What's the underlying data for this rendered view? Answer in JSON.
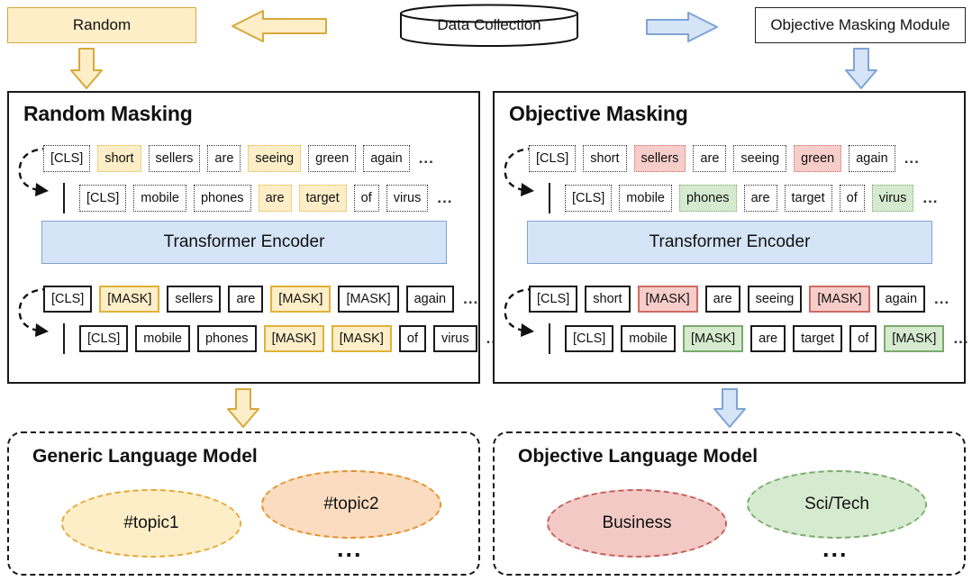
{
  "diagram": {
    "top": {
      "random_label": "Random",
      "data_collection_label": "Data Collection",
      "objective_module_label": "Objective Masking Module",
      "arrow_left_name": "left-arrow-yellow",
      "arrow_right_name": "right-arrow-blue",
      "arrow_down_left_name": "down-arrow-yellow",
      "arrow_down_right_name": "down-arrow-blue"
    },
    "left_panel": {
      "title": "Random Masking",
      "encoder_label": "Transformer Encoder",
      "ellipsis": "...",
      "input_row1": [
        {
          "text": "[CLS]",
          "hl": "none"
        },
        {
          "text": "short",
          "hl": "y"
        },
        {
          "text": "sellers",
          "hl": "none"
        },
        {
          "text": "are",
          "hl": "none"
        },
        {
          "text": "seeing",
          "hl": "y"
        },
        {
          "text": "green",
          "hl": "none"
        },
        {
          "text": "again",
          "hl": "none"
        }
      ],
      "input_row2": [
        {
          "text": "[CLS]",
          "hl": "none"
        },
        {
          "text": "mobile",
          "hl": "none"
        },
        {
          "text": "phones",
          "hl": "none"
        },
        {
          "text": "are",
          "hl": "y"
        },
        {
          "text": "target",
          "hl": "y"
        },
        {
          "text": "of",
          "hl": "none"
        },
        {
          "text": "virus",
          "hl": "none"
        }
      ],
      "output_row1": [
        {
          "text": "[CLS]",
          "hl": "none"
        },
        {
          "text": "[MASK]",
          "hl": "y"
        },
        {
          "text": "sellers",
          "hl": "none"
        },
        {
          "text": "are",
          "hl": "none"
        },
        {
          "text": "[MASK]",
          "hl": "y"
        },
        {
          "text": "[MASK]",
          "hl": "none"
        },
        {
          "text": "again",
          "hl": "none"
        }
      ],
      "output_row2": [
        {
          "text": "[CLS]",
          "hl": "none"
        },
        {
          "text": "mobile",
          "hl": "none"
        },
        {
          "text": "phones",
          "hl": "none"
        },
        {
          "text": "[MASK]",
          "hl": "y"
        },
        {
          "text": "[MASK]",
          "hl": "y"
        },
        {
          "text": "of",
          "hl": "none"
        },
        {
          "text": "virus",
          "hl": "none"
        }
      ]
    },
    "right_panel": {
      "title": "Objective Masking",
      "encoder_label": "Transformer Encoder",
      "ellipsis": "...",
      "input_row1": [
        {
          "text": "[CLS]",
          "hl": "none"
        },
        {
          "text": "short",
          "hl": "none"
        },
        {
          "text": "sellers",
          "hl": "r"
        },
        {
          "text": "are",
          "hl": "none"
        },
        {
          "text": "seeing",
          "hl": "none"
        },
        {
          "text": "green",
          "hl": "r"
        },
        {
          "text": "again",
          "hl": "none"
        }
      ],
      "input_row2": [
        {
          "text": "[CLS]",
          "hl": "none"
        },
        {
          "text": "mobile",
          "hl": "none"
        },
        {
          "text": "phones",
          "hl": "g"
        },
        {
          "text": "are",
          "hl": "none"
        },
        {
          "text": "target",
          "hl": "none"
        },
        {
          "text": "of",
          "hl": "none"
        },
        {
          "text": "virus",
          "hl": "g"
        }
      ],
      "output_row1": [
        {
          "text": "[CLS]",
          "hl": "none"
        },
        {
          "text": "short",
          "hl": "none"
        },
        {
          "text": "[MASK]",
          "hl": "r"
        },
        {
          "text": "are",
          "hl": "none"
        },
        {
          "text": "seeing",
          "hl": "none"
        },
        {
          "text": "[MASK]",
          "hl": "r"
        },
        {
          "text": "again",
          "hl": "none"
        }
      ],
      "output_row2": [
        {
          "text": "[CLS]",
          "hl": "none"
        },
        {
          "text": "mobile",
          "hl": "none"
        },
        {
          "text": "[MASK]",
          "hl": "g"
        },
        {
          "text": "are",
          "hl": "none"
        },
        {
          "text": "target",
          "hl": "none"
        },
        {
          "text": "of",
          "hl": "none"
        },
        {
          "text": "[MASK]",
          "hl": "g"
        }
      ]
    },
    "bottom_left": {
      "title": "Generic Language Model",
      "topic1": "#topic1",
      "topic2": "#topic2",
      "dots": "..."
    },
    "bottom_right": {
      "title": "Objective Language Model",
      "topic1": "Business",
      "topic2": "Sci/Tech",
      "dots": "..."
    },
    "colors": {
      "yellow_fill": "#fdeec8",
      "yellow_stroke": "#d6a93c",
      "blue_fill": "#d6e4f7",
      "blue_stroke": "#7fa3d6",
      "red_fill": "#f7cdca",
      "red_stroke": "#cf6b62",
      "green_fill": "#d6ead0",
      "green_stroke": "#7aab6c",
      "orange_fill": "#fbdcc0",
      "orange_stroke": "#e2922f"
    }
  }
}
